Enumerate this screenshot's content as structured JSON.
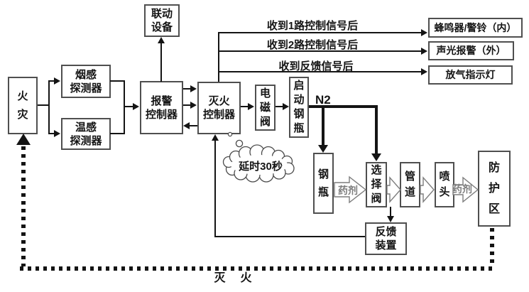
{
  "colors": {
    "background": "#ffffff",
    "line": "#141414",
    "box_border": "#4f4f4f",
    "text": "#141414",
    "agent_text": "#7d7d7d"
  },
  "boxes": {
    "fire": "火\n灾",
    "smoke_detector": "烟感\n探测器",
    "heat_detector": "温感\n探测器",
    "alarm_controller": "报警\n控制器",
    "linkage_equipment": "联动\n设备",
    "ext_controller": "灭火\n控制器",
    "solenoid_valve": "电\n磁\n阀",
    "start_cylinder": "启\n动\n钢\n瓶",
    "buzzer_bell": "蜂鸣器/警铃（内）",
    "sound_light_alarm": "声光报警（外）",
    "gas_release_indicator": "放气指示灯",
    "cylinder": "钢\n瓶",
    "selector_valve": "选\n择\n阀",
    "pipe": "管\n道",
    "nozzle": "喷\n头",
    "protection_zone": "防\n护\n区",
    "feedback_device": "反馈\n装置"
  },
  "labels": {
    "signal_route1": "收到1路控制信号后",
    "signal_route2": "收到2路控制信号后",
    "signal_feedback": "收到反馈信号后",
    "n2": "N2",
    "delay": "延时30秒",
    "extinguish": "灭  火",
    "agent_left": "药剂",
    "agent_right": "药剂"
  }
}
